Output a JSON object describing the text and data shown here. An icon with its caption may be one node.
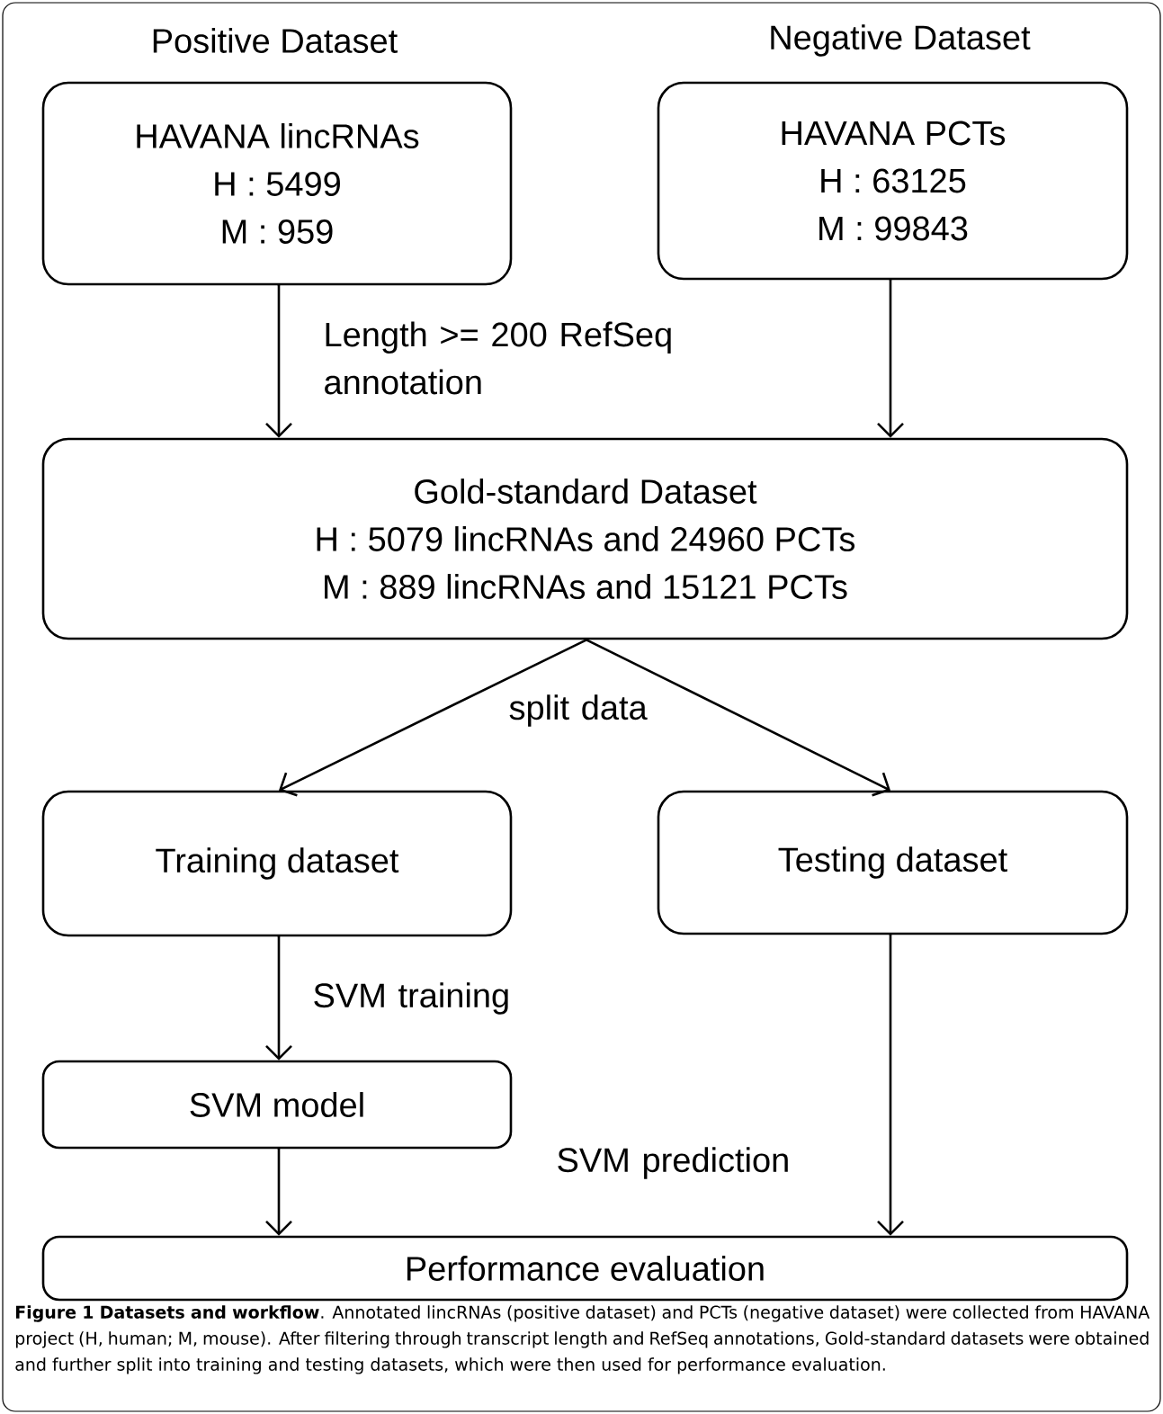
{
  "diagram": {
    "caption": "**Figure 1 Datasets and workflow**. Annotated lincRNAs (positive dataset) and PCTs (negative dataset) were collected from HAVANA project (H, human; M, mouse). After filtering through transcript length and RefSeq annotations, Gold-standard datasets were obtained and further split into training and testing datasets, which were then used for performance evaluation.",
    "nodes": [
      {
        "text": [
          "Positive Dataset",
          "HAVANA lincRNAs",
          "H : 5499",
          "M :  959"
        ]
      },
      {
        "text": [
          "Negative Dataset",
          "HAVANA PCTs",
          "H : 63125",
          "M : 99843"
        ]
      },
      {
        "text": [
          "Gold-standard Dataset",
          "H : 5079 lincRNAs and 24960 PCTs",
          "M : 889 lincRNAs and 15121 PCTs"
        ]
      },
      {
        "text": [
          "Training dataset"
        ]
      },
      {
        "text": [
          "Testing dataset"
        ]
      },
      {
        "text": [
          "SVM model"
        ]
      },
      {
        "text": [
          "Performance evaluation"
        ]
      }
    ],
    "edges": [
      {
        "from": 0,
        "to": 2,
        "arrow": "to",
        "label": "Length >= 200 RefSeq annotation"
      },
      {
        "from": 1,
        "to": 2,
        "arrow": "to"
      },
      {
        "from": 2,
        "to": 3,
        "arrow": "to",
        "label": "split data"
      },
      {
        "from": 2,
        "to": 4,
        "arrow": "to"
      },
      {
        "from": 3,
        "to": 5,
        "arrow": "to",
        "label": "SVM training"
      },
      {
        "from": 5,
        "to": 6,
        "arrow": "to"
      },
      {
        "from": 4,
        "to": 6,
        "arrow": "to",
        "label": "SVM prediction"
      }
    ]
  }
}
